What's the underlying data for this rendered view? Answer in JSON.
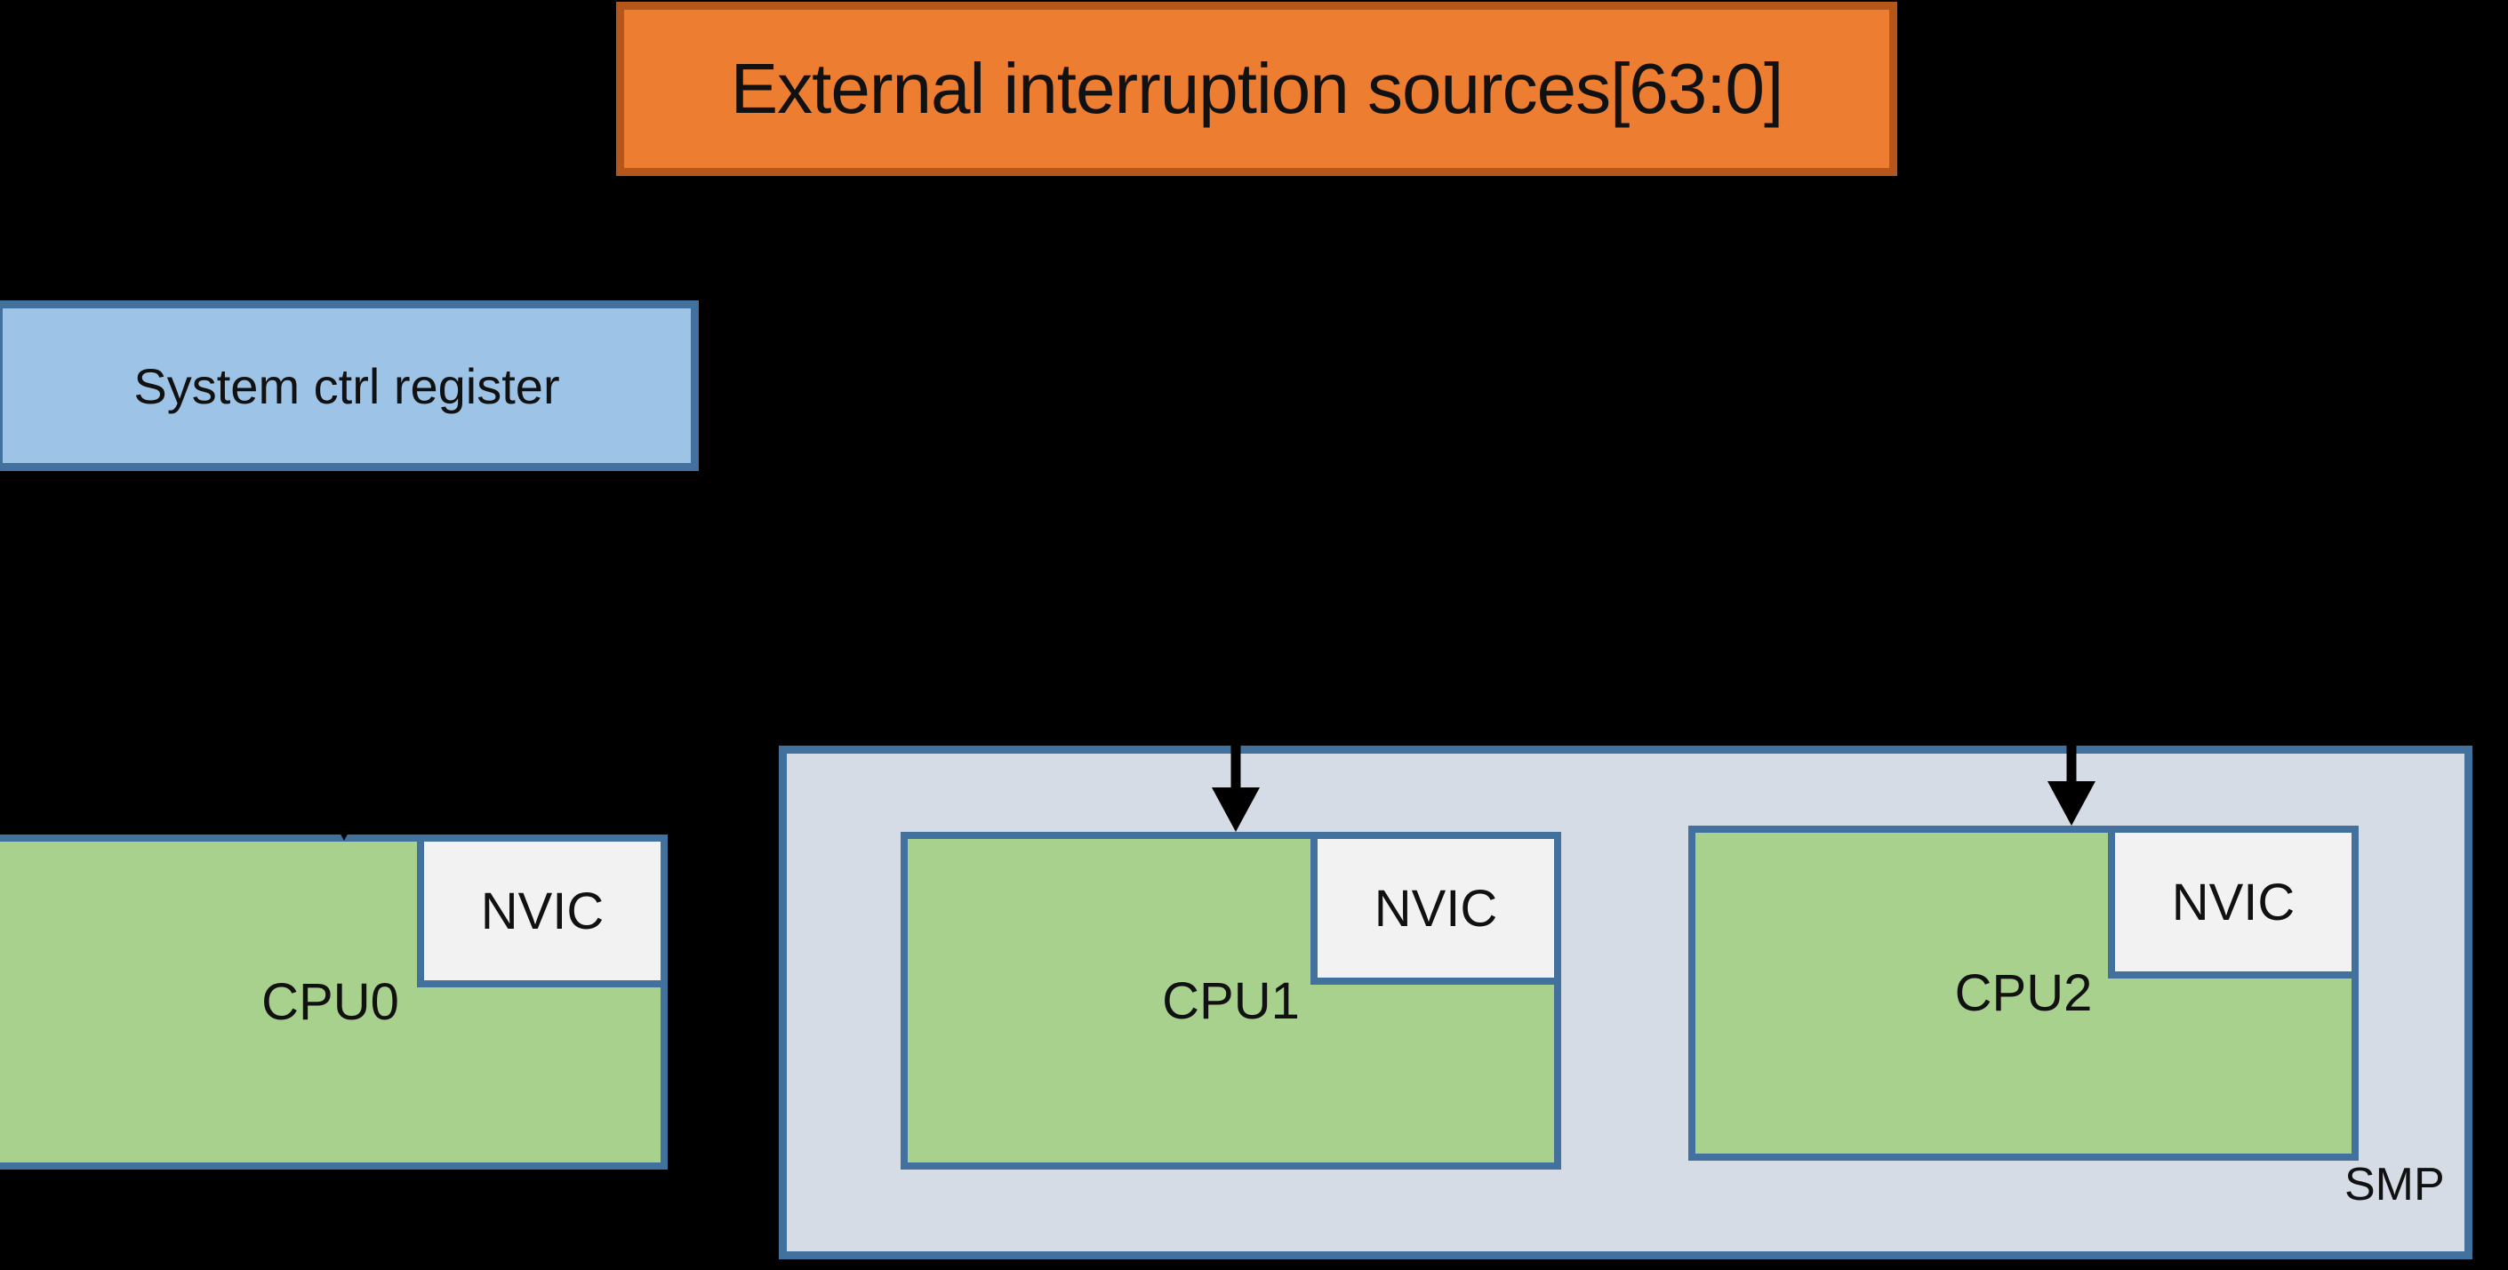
{
  "title": {
    "label": "External interruption sources[63:0]"
  },
  "system_ctrl": {
    "label": "System ctrl register"
  },
  "smp": {
    "label": "SMP"
  },
  "cpus": [
    {
      "label": "CPU0",
      "nvic_label": "NVIC"
    },
    {
      "label": "CPU1",
      "nvic_label": "NVIC"
    },
    {
      "label": "CPU2",
      "nvic_label": "NVIC"
    }
  ],
  "icons": {
    "arrow": "arrow-down-icon"
  },
  "colors": {
    "background": "#000000",
    "title_fill": "#ED7D31",
    "title_border": "#B5561A",
    "sysctrl_fill": "#9DC3E6",
    "box_border_blue": "#41719C",
    "cpu_fill": "#A9D18E",
    "nvic_fill": "#F2F2F2",
    "smp_fill": "#D6DCE5",
    "arrow": "#000000",
    "text": "#111111"
  }
}
